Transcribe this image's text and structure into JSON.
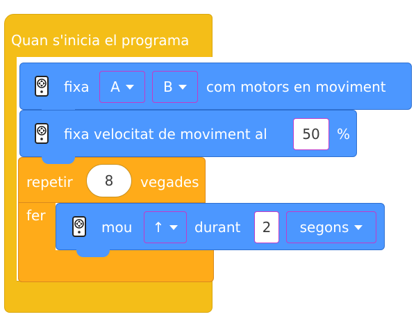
{
  "hat": {
    "title": "Quan s'inicia el programa"
  },
  "block1": {
    "prefix": "fixa",
    "motor_a": "A",
    "motor_b": "B",
    "suffix": "com motors en moviment"
  },
  "block2": {
    "prefix": "fixa velocitat de moviment al",
    "value": "50",
    "unit": "%"
  },
  "repeat": {
    "label": "repetir",
    "count": "8",
    "suffix": "vegades",
    "do_label": "fer"
  },
  "block3": {
    "prefix": "mou",
    "direction": "↑",
    "mid": "durant",
    "value": "2",
    "unit": "segons"
  },
  "icons": {
    "motor": "drivetrain-icon",
    "caret": "caret-down-icon"
  },
  "colors": {
    "event": "#F4BE18",
    "motion": "#4C97FF",
    "control": "#FFAB19",
    "field_border": "#C23AC8"
  }
}
